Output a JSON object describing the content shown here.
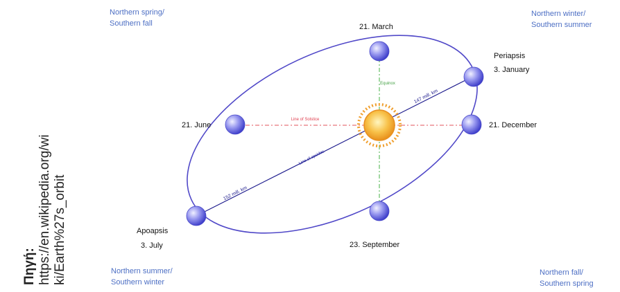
{
  "source": {
    "heading": "Πηγή:",
    "url_line1": "https://en.wikipedia.org/wi",
    "url_line2": "ki/Earth%27s_orbit"
  },
  "seasons": {
    "top_left": [
      "Northern spring/",
      "Southern fall"
    ],
    "top_right": [
      "Northern winter/",
      "Southern summer"
    ],
    "bottom_left": [
      "Northern summer/",
      "Southern winter"
    ],
    "bottom_right": [
      "Northern fall/",
      "Southern spring"
    ]
  },
  "positions": {
    "march": "21. March",
    "june": "21. June",
    "december": "21. December",
    "september": "23. September",
    "periapsis_title": "Periapsis",
    "periapsis_date": "3. January",
    "apoapsis_title": "Apoapsis",
    "apoapsis_date": "3. July"
  },
  "lines": {
    "solstice": "Line of Solstice",
    "equinox": "Equinox",
    "apsides": "Line of apsides",
    "distance_near": "147 mill. km",
    "distance_far": "152 mill. km"
  },
  "colors": {
    "orbit": "#5048c8",
    "solstice_line": "#e0505a",
    "equinox_line": "#44b044",
    "apsides_line": "#1c1a8c",
    "season_text": "#4d6fc4",
    "sun": "#f5b030",
    "earth": "#6060e0"
  }
}
